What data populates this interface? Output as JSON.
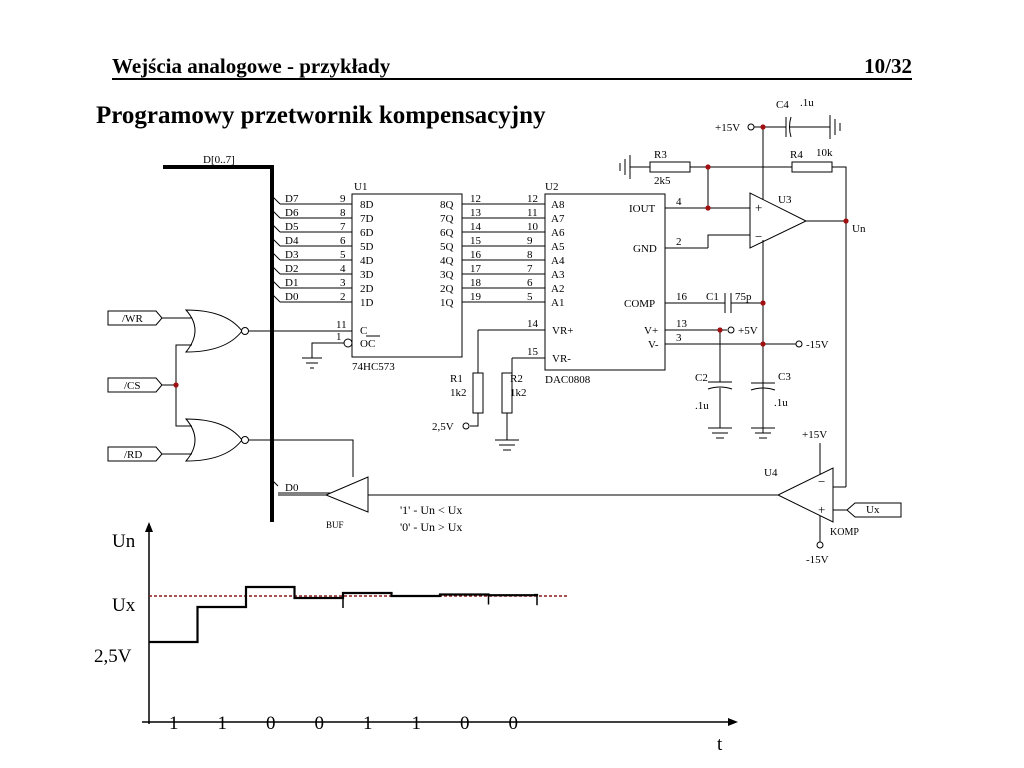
{
  "header": {
    "title": "Wejścia analogowe - przykłady",
    "page": "10/32"
  },
  "slide_title": "Programowy przetwornik kompensacyjny",
  "bus": {
    "label": "D[0..7]",
    "lines": [
      "D7",
      "D6",
      "D5",
      "D4",
      "D3",
      "D2",
      "D1",
      "D0"
    ],
    "d0_bottom": "D0"
  },
  "u1": {
    "ref": "U1",
    "part": "74HC573",
    "in_pins": [
      "8D",
      "7D",
      "6D",
      "5D",
      "4D",
      "3D",
      "2D",
      "1D"
    ],
    "in_nums": [
      "9",
      "8",
      "7",
      "6",
      "5",
      "4",
      "3",
      "2"
    ],
    "out_pins": [
      "8Q",
      "7Q",
      "6Q",
      "5Q",
      "4Q",
      "3Q",
      "2Q",
      "1Q"
    ],
    "out_nums": [
      "12",
      "13",
      "14",
      "15",
      "16",
      "17",
      "18",
      "19"
    ],
    "c_label": "C",
    "c_num": "11",
    "oc_label": "OC",
    "oc_num": "1"
  },
  "u2": {
    "ref": "U2",
    "part": "DAC0808",
    "a_pins": [
      "A8",
      "A7",
      "A6",
      "A5",
      "A4",
      "A3",
      "A2",
      "A1"
    ],
    "a_nums": [
      "12",
      "11",
      "10",
      "9",
      "8",
      "7",
      "6",
      "5"
    ],
    "iout": "IOUT",
    "iout_num": "4",
    "gnd": "GND",
    "gnd_num": "2",
    "comp": "COMP",
    "comp_num": "16",
    "vplus": "V+",
    "vplus_num": "13",
    "vminus": "V-",
    "vminus_num": "3",
    "vrp": "VR+",
    "vrp_num": "14",
    "vrm": "VR-",
    "vrm_num": "15"
  },
  "u3": {
    "ref": "U3",
    "plus": "+",
    "minus": "−"
  },
  "u4": {
    "ref": "U4",
    "name": "KOMP",
    "plus": "+",
    "minus": "−",
    "top_supply": "+15V",
    "bottom_supply": "-15V"
  },
  "buf": {
    "label": "BUF"
  },
  "gates": {
    "wr": "/WR",
    "cs": "/CS",
    "rd": "/RD"
  },
  "parts": {
    "c4": {
      "ref": "C4",
      "val": ".1u",
      "supply": "+15V"
    },
    "r3": {
      "ref": "R3",
      "val": "2k5"
    },
    "r4": {
      "ref": "R4",
      "val": "10k"
    },
    "c1": {
      "ref": "C1",
      "val": "75p"
    },
    "c2": {
      "ref": "C2",
      "val": ".1u"
    },
    "c3": {
      "ref": "C3",
      "val": ".1u"
    },
    "r1": {
      "ref": "R1",
      "val": "1k2"
    },
    "r2": {
      "ref": "R2",
      "val": "1k2"
    },
    "vref": "2,5V",
    "plus5": "+5V",
    "minus15": "-15V",
    "un": "Un",
    "ux": "Ux"
  },
  "notes": [
    "'1' -  Un < Ux",
    "'0' -  Un > Ux"
  ],
  "timing": {
    "y_label": "Un",
    "ux_label": "Ux",
    "start_label": "2,5V",
    "x_label": "t",
    "bits": [
      "1",
      "1",
      "0",
      "0",
      "1",
      "1",
      "0",
      "0"
    ],
    "steps": [
      2.5,
      2.85,
      3.05,
      2.94,
      2.99,
      2.96,
      2.975,
      2.968,
      2.97
    ],
    "ux": 2.96,
    "colors": {
      "ux_line": "#8b1a1a",
      "signal": "#000000"
    }
  }
}
